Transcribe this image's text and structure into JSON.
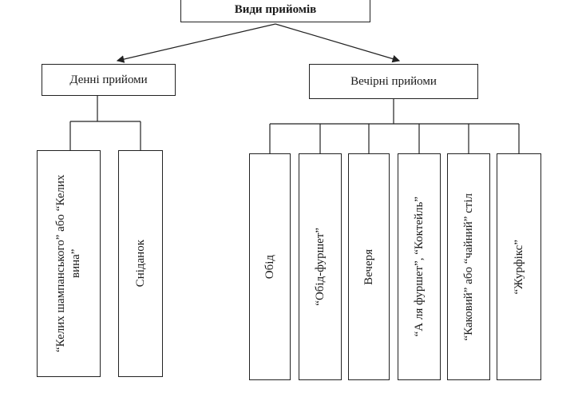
{
  "root": {
    "label": "Види прийомів"
  },
  "day": {
    "label": "Денні прийоми",
    "items": [
      {
        "label": "“Келих шампанського” або “Келих вина”"
      },
      {
        "label": "Сніданок"
      }
    ]
  },
  "evening": {
    "label": "Вечірні прийоми",
    "items": [
      {
        "label": "Обід"
      },
      {
        "label": "“Обід-фуршет”"
      },
      {
        "label": "Вечеря"
      },
      {
        "label": "“А ля фуршет”, “Коктейль”"
      },
      {
        "label": "“Каковий” або “чайний” стіл"
      },
      {
        "label": "“Журфікс”"
      }
    ]
  }
}
